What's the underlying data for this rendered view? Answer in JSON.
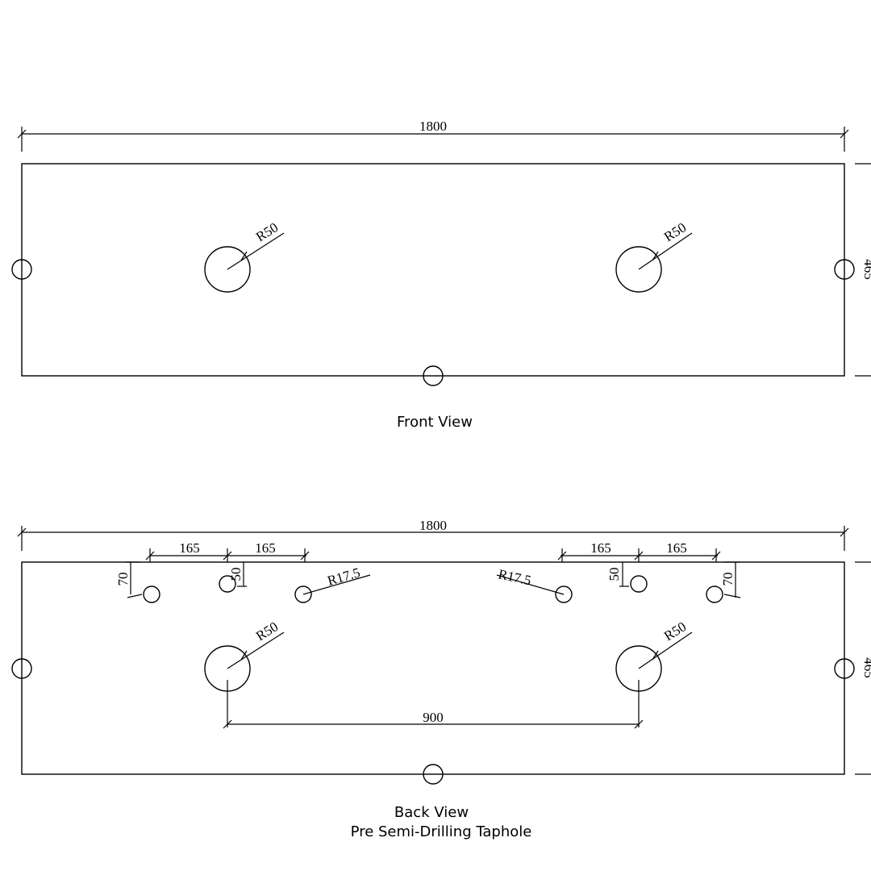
{
  "front_view": {
    "overall_width": "1800",
    "left_bowl_radius": "R50",
    "right_bowl_radius": "R50",
    "caption": "Front View"
  },
  "back_view": {
    "overall_width": "1800",
    "left_spacing_1": "165",
    "left_spacing_2": "165",
    "right_spacing_1": "165",
    "right_spacing_2": "165",
    "left_outer_offset": "70",
    "left_center_offset": "50",
    "right_center_offset": "50",
    "right_outer_offset": "70",
    "left_taphole_radius": "R17.5",
    "right_taphole_radius": "R17.5",
    "left_bowl_radius": "R50",
    "right_bowl_radius": "R50",
    "bowl_spacing": "900",
    "caption_line1": "Back View",
    "caption_line2": "Pre Semi-Drilling Taphole"
  }
}
